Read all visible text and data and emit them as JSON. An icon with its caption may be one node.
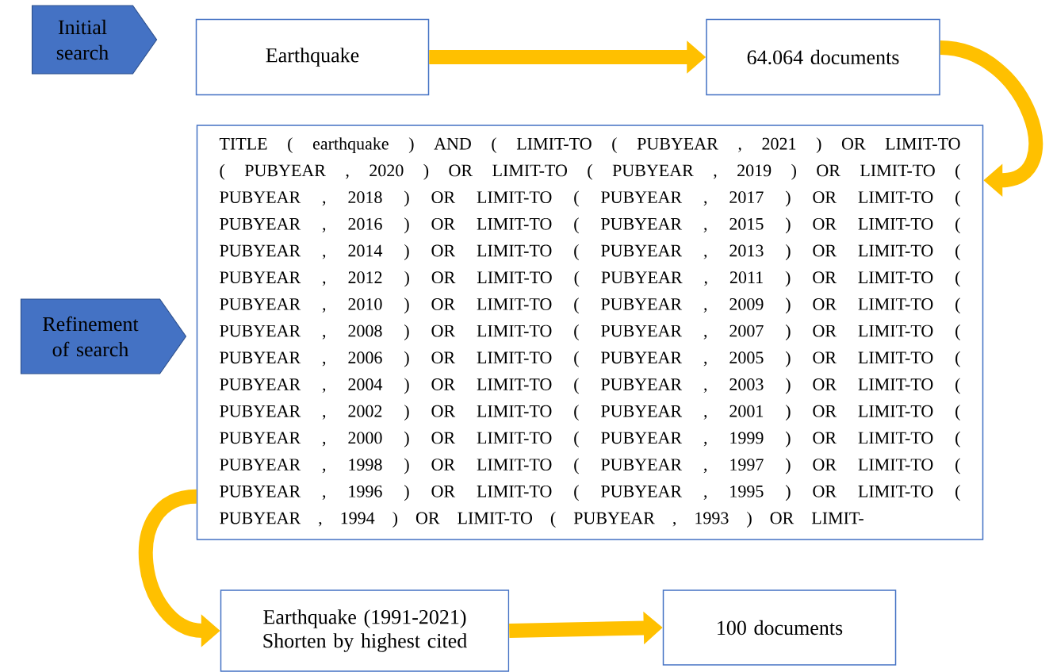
{
  "diagram": {
    "nodes": [
      {
        "text": [
          "Initial search"
        ]
      },
      {
        "text": [
          "Earthquake"
        ]
      },
      {
        "text": [
          "64.064 documents"
        ]
      },
      {
        "text": [
          "TITLE ( earthquake ) AND ( LIMIT-TO ( PUBYEAR , 2021 ) OR LIMIT-TO ( PUBYEAR , 2020 ) OR LIMIT-TO ( PUBYEAR , 2019 ) OR LIMIT-TO ( PUBYEAR , 2018 ) OR LIMIT-TO ( PUBYEAR , 2017 ) OR LIMIT-TO ( PUBYEAR , 2016 ) OR LIMIT-TO ( PUBYEAR , 2015 ) OR LIMIT-TO ( PUBYEAR , 2014 ) OR LIMIT-TO ( PUBYEAR , 2013 ) OR LIMIT-TO ( PUBYEAR , 2012 ) OR LIMIT-TO ( PUBYEAR , 2011 ) OR LIMIT-TO ( PUBYEAR , 2010 ) OR LIMIT-TO ( PUBYEAR , 2009 ) OR LIMIT-TO ( PUBYEAR , 2008 ) OR LIMIT-TO ( PUBYEAR , 2007 ) OR LIMIT-TO ( PUBYEAR , 2006 ) OR LIMIT-TO ( PUBYEAR , 2005 ) OR LIMIT-TO ( PUBYEAR , 2004 ) OR LIMIT-TO ( PUBYEAR , 2003 ) OR LIMIT-TO ( PUBYEAR , 2002 ) OR LIMIT-TO ( PUBYEAR , 2001 ) OR LIMIT-TO ( PUBYEAR , 2000 ) OR LIMIT-TO ( PUBYEAR , 1999 ) OR LIMIT-TO ( PUBYEAR , 1998 ) OR LIMIT-TO ( PUBYEAR , 1997 ) OR LIMIT-TO ( PUBYEAR , 1996 ) OR LIMIT-TO ( PUBYEAR , 1995 ) OR LIMIT-TO ( PUBYEAR , 1994 ) OR LIMIT-TO ( PUBYEAR , 1993 ) OR LIMIT-"
        ]
      },
      {
        "text": [
          "Refinement of search"
        ]
      },
      {
        "text": [
          "Earthquake (1991-2021) Shorten by highest cited"
        ]
      },
      {
        "text": [
          "100 documents"
        ]
      }
    ],
    "edges": [
      {
        "from": 1,
        "to": 2,
        "arrow": "to"
      },
      {
        "from": 2,
        "to": 3,
        "arrow": "to"
      },
      {
        "from": 3,
        "to": 5,
        "arrow": "to"
      },
      {
        "from": 5,
        "to": 6,
        "arrow": "to"
      }
    ]
  }
}
